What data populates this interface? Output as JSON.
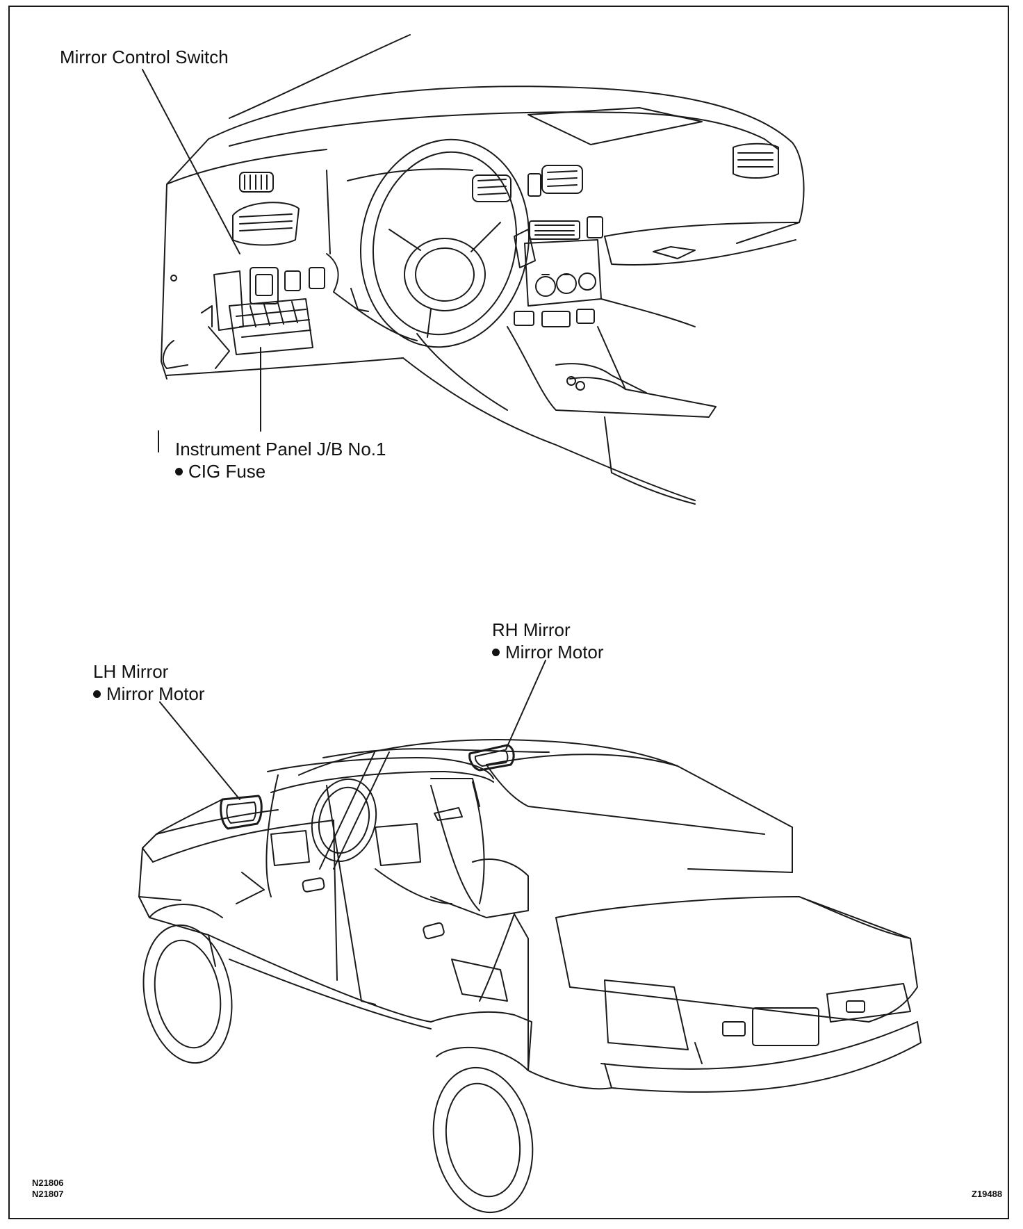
{
  "labels": {
    "mirror_control_switch": "Mirror Control Switch",
    "instrument_panel_jb": "Instrument Panel J/B No.1",
    "cig_fuse": "CIG Fuse",
    "rh_mirror": "RH Mirror",
    "rh_mirror_motor": "Mirror Motor",
    "lh_mirror": "LH Mirror",
    "lh_mirror_motor": "Mirror Motor"
  },
  "codes": {
    "bottom_left_1": "N21806",
    "bottom_left_2": "N21807",
    "bottom_right": "Z19488"
  }
}
